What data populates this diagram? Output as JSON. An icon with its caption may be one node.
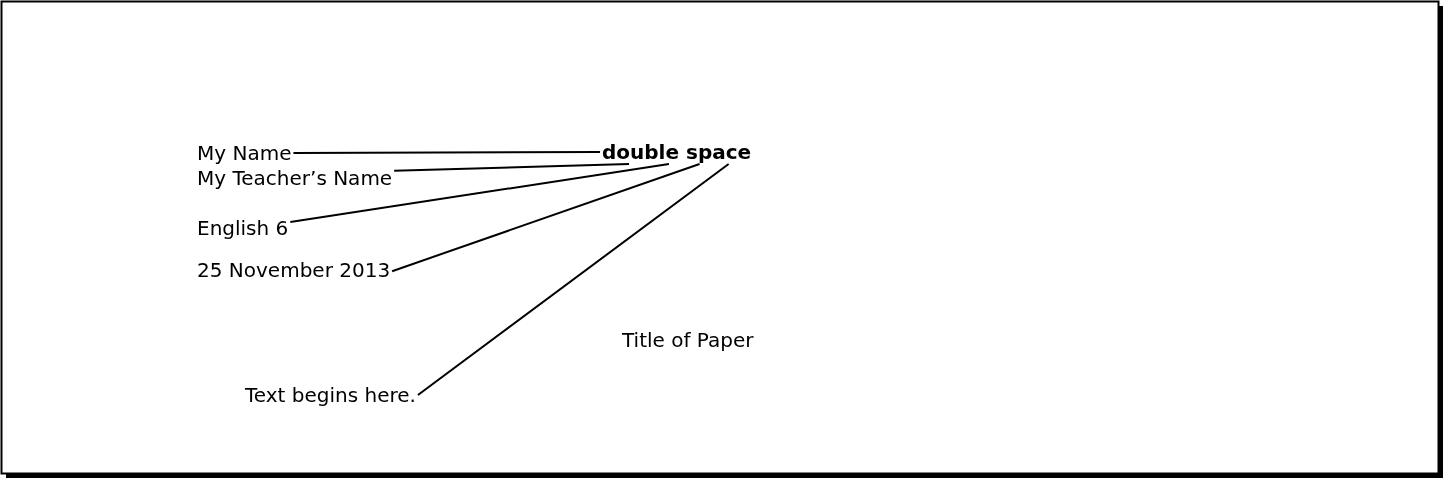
{
  "diagram": {
    "nodes": [
      {
        "text": [
          "double space"
        ]
      },
      {
        "text": [
          "My Name"
        ]
      },
      {
        "text": [
          "My Teacher’s Name"
        ]
      },
      {
        "text": [
          "English 6"
        ]
      },
      {
        "text": [
          "25 November 2013"
        ]
      },
      {
        "text": [
          "Text begins here."
        ]
      }
    ],
    "edges": [
      {
        "from": 0,
        "to": 1,
        "arrow": "none"
      },
      {
        "from": 0,
        "to": 2,
        "arrow": "none"
      },
      {
        "from": 0,
        "to": 3,
        "arrow": "none"
      },
      {
        "from": 0,
        "to": 4,
        "arrow": "none"
      },
      {
        "from": 0,
        "to": 5,
        "arrow": "none"
      }
    ],
    "labels": [
      "Title of Paper"
    ]
  }
}
